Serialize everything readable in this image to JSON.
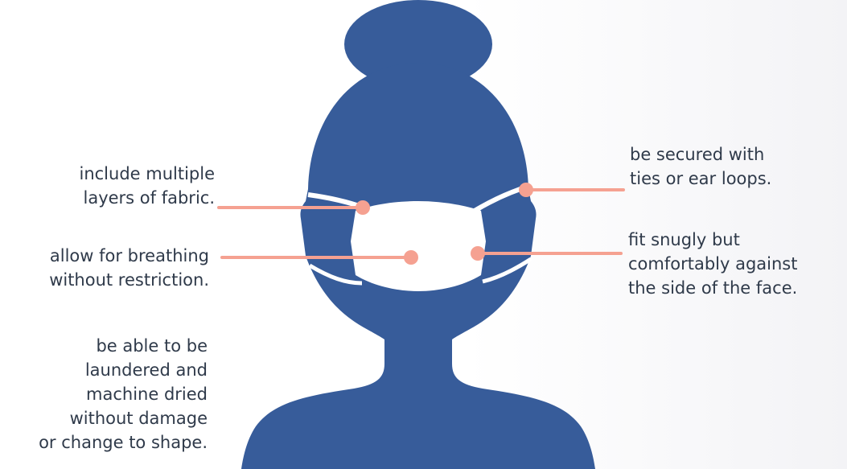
{
  "colors": {
    "silhouette": "#375c9a",
    "mask": "#ffffff",
    "callout": "#f5a191",
    "text": "#2f3a4a"
  },
  "figure": {
    "icon": "person-with-face-mask-icon"
  },
  "callouts": {
    "layers": "include multiple\nlayers of fabric.",
    "breathing": "allow for breathing\nwithout restriction.",
    "laundered": "be able to be\nlaundered and\nmachine dried\nwithout damage\nor change to shape.",
    "secured": "be secured with\nties or ear loops.",
    "snug": "fit snugly but\ncomfortably against\nthe side of the face."
  }
}
